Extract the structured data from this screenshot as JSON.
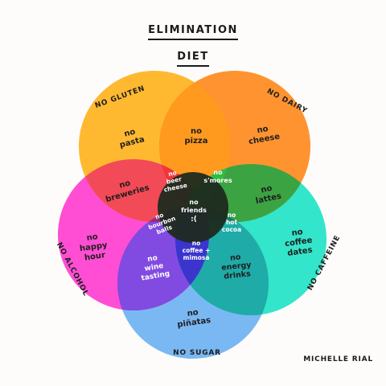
{
  "title": [
    "ELIMINATION",
    "DIET"
  ],
  "credit": "MICHELLE RIAL",
  "sets": [
    {
      "id": "gluten",
      "label": "NO GLUTEN",
      "color": "#ffb31f"
    },
    {
      "id": "dairy",
      "label": "NO DAIRY",
      "color": "#ff8a1e"
    },
    {
      "id": "caffeine",
      "label": "NO CAFFEINE",
      "color": "#22e3c6"
    },
    {
      "id": "sugar",
      "label": "NO SUGAR",
      "color": "#6fb2f2"
    },
    {
      "id": "alcohol",
      "label": "NO ALCOHOL",
      "color": "#ff3fd0"
    }
  ],
  "overlap_colors": {
    "breweries": "#f2455a",
    "center": "#1f2a1f",
    "pizza": "#ff9b20",
    "beer_cheese": "#f0303a",
    "smores": "#23c043",
    "lattes": "#31a444",
    "bourbon": "#8e2b7a",
    "cocoa": "#1c7a5e",
    "wine": "#7a4be0",
    "mimosa": "#3d2fd0",
    "energy": "#1fa8a5"
  },
  "regions": {
    "pasta": [
      "no",
      "pasta"
    ],
    "pizza": [
      "no",
      "pizza"
    ],
    "cheese": [
      "no",
      "cheese"
    ],
    "breweries": [
      "no",
      "breweries"
    ],
    "beer_cheese": [
      "no",
      "beer",
      "cheese"
    ],
    "smores": [
      "no",
      "s'mores"
    ],
    "lattes": [
      "no",
      "lattes"
    ],
    "friends": [
      "no",
      "friends",
      ":("
    ],
    "bourbon": [
      "no",
      "bourbon",
      "balls"
    ],
    "cocoa": [
      "no",
      "hot",
      "cocoa"
    ],
    "happy_hour": [
      "no",
      "happy",
      "hour"
    ],
    "coffee_dates": [
      "no",
      "coffee",
      "dates"
    ],
    "wine_tasting": [
      "no",
      "wine",
      "tasting"
    ],
    "mimosa": [
      "no",
      "coffee +",
      "mimosa"
    ],
    "energy": [
      "no",
      "energy",
      "drinks"
    ],
    "pinatas": [
      "no",
      "piñatas"
    ]
  }
}
